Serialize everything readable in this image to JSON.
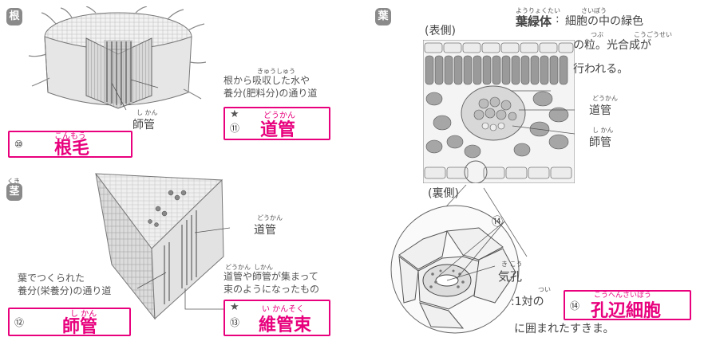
{
  "colors": {
    "answer": "#e8007d",
    "badge": "#8a8a8a"
  },
  "root": {
    "badge": "根",
    "sieve_tube_ruby": "し かん",
    "sieve_tube_label": "師管",
    "vessel_ruby": "どうかん",
    "vessel_label": "道管",
    "absorb_ruby": "きゅうしゅう",
    "description_line1": "根から吸収した水や",
    "description_line2": "養分(肥料分)の通り道",
    "q10_number": "⑩",
    "q10_ruby": "こんもう",
    "q10_answer": "根毛",
    "q11_star": "★",
    "q11_number": "⑪",
    "q11_ruby": "どうかん",
    "q11_answer": "道管"
  },
  "stem": {
    "badge": "茎",
    "badge_ruby": "くき",
    "vessel_ruby": "どうかん",
    "vessel_label": "道管",
    "phloem_desc_line1": "葉でつくられた",
    "phloem_desc_line2": "養分(栄養分)の通り道",
    "bundle_desc_ruby1": "どうかん",
    "bundle_desc_ruby2": "しかん",
    "bundle_desc_line1": "道管や師管が集まって",
    "bundle_desc_line2": "束のようになったもの",
    "q12_number": "⑫",
    "q12_ruby": "し かん",
    "q12_answer": "師管",
    "q13_star": "★",
    "q13_number": "⑬",
    "q13_ruby": "い かんそく",
    "q13_answer": "維管束"
  },
  "leaf": {
    "badge": "葉",
    "upper_side": "(表側)",
    "lower_side": "(裏側)",
    "chloroplast_ruby": "ようりょくたい",
    "chloroplast_term": "葉緑体",
    "colon": ":",
    "cell_ruby": "さいぼう",
    "chloroplast_desc_line1": "細胞の中の緑色",
    "grain_ruby": "つぶ",
    "photosynthesis_ruby": "こうごうせい",
    "chloroplast_desc_line2": "の粒。光合成が",
    "chloroplast_desc_line3": "行われる。",
    "vessel_ruby": "どうかん",
    "vessel_label": "道管",
    "sieve_ruby": "し かん",
    "sieve_label": "師管",
    "q14_marker": "⑭",
    "stoma_ruby": "き こう",
    "stoma_term": "気孔",
    "pair_ruby": "つい",
    "pair_text": ":1対の",
    "q14_number": "⑭",
    "q14_ruby": "こうへんさいぼう",
    "q14_answer": "孔辺細胞",
    "surrounded_text": "に囲まれたすきま。"
  }
}
